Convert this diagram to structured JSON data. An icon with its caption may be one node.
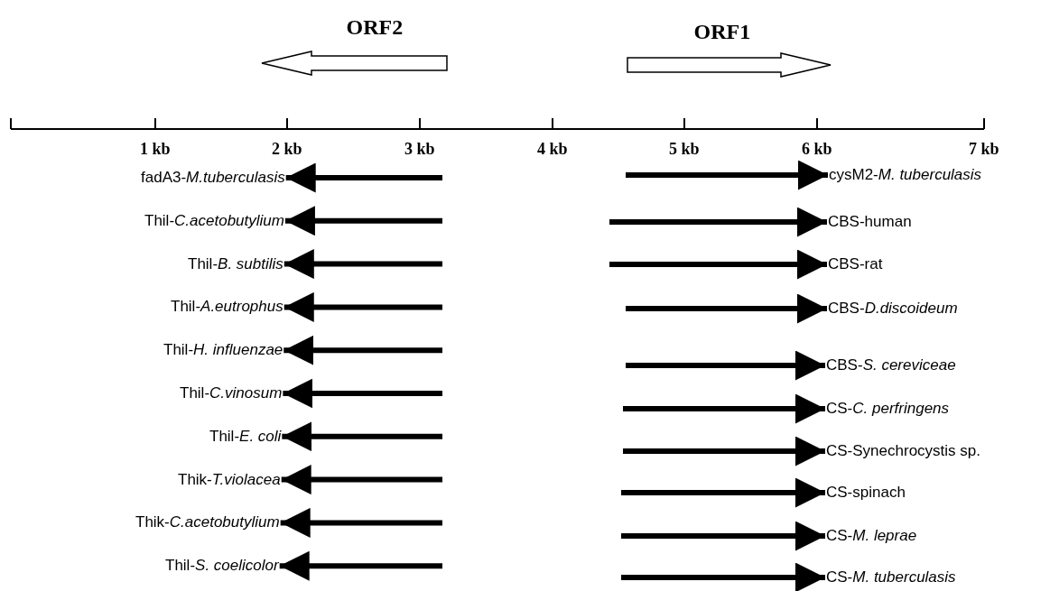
{
  "diagram": {
    "nodes": [
      {
        "text": [
          "fadA3-*M.tuberculasis*"
        ]
      },
      {
        "text": [
          "Thil-*C.acetobutylium*"
        ]
      },
      {
        "text": [
          "Thil-*B. subtilis*"
        ]
      },
      {
        "text": [
          "Thil-*A.eutrophus*"
        ]
      },
      {
        "text": [
          "Thil-*H. influenzae*"
        ]
      },
      {
        "text": [
          "Thil-*C.vinosum*"
        ]
      },
      {
        "text": [
          "Thil-*E. coli*"
        ]
      },
      {
        "text": [
          "Thik-*T.violacea*"
        ]
      },
      {
        "text": [
          "Thik-*C.acetobutylium*"
        ]
      },
      {
        "text": [
          "Thil-*S. coelicolor*"
        ]
      },
      {
        "text": [
          "cysM2-*M. tuberculasis*"
        ]
      },
      {
        "text": [
          "CBS-human"
        ]
      },
      {
        "text": [
          "CBS-rat"
        ]
      },
      {
        "text": [
          "CBS-*D.discoideum*"
        ]
      },
      {
        "text": [
          "CBS-*S. cereviceae*"
        ]
      },
      {
        "text": [
          "CS-*C. perfringens*"
        ]
      },
      {
        "text": [
          "CS-Synechrocystis sp."
        ]
      },
      {
        "text": [
          "CS-spinach"
        ]
      },
      {
        "text": [
          "CS-*M. leprae*"
        ]
      },
      {
        "text": [
          "CS-*M. tuberculasis*"
        ]
      }
    ],
    "edges": [
      {
        "from": null,
        "to": 0,
        "arrow": "to"
      },
      {
        "from": null,
        "to": 1,
        "arrow": "to"
      },
      {
        "from": null,
        "to": 2,
        "arrow": "to"
      },
      {
        "from": null,
        "to": 3,
        "arrow": "to"
      },
      {
        "from": null,
        "to": 4,
        "arrow": "to"
      },
      {
        "from": null,
        "to": 5,
        "arrow": "to"
      },
      {
        "from": null,
        "to": 6,
        "arrow": "to"
      },
      {
        "from": null,
        "to": 7,
        "arrow": "to"
      },
      {
        "from": null,
        "to": 8,
        "arrow": "to"
      },
      {
        "from": null,
        "to": 9,
        "arrow": "to"
      },
      {
        "from": null,
        "to": 10,
        "arrow": "to"
      },
      {
        "from": null,
        "to": 11,
        "arrow": "to"
      },
      {
        "from": null,
        "to": 12,
        "arrow": "to"
      },
      {
        "from": null,
        "to": 13,
        "arrow": "to"
      },
      {
        "from": null,
        "to": 14,
        "arrow": "to"
      },
      {
        "from": null,
        "to": 15,
        "arrow": "to"
      },
      {
        "from": null,
        "to": 16,
        "arrow": "to"
      },
      {
        "from": null,
        "to": 17,
        "arrow": "to"
      },
      {
        "from": null,
        "to": 18,
        "arrow": "to"
      },
      {
        "from": null,
        "to": 19,
        "arrow": "to"
      }
    ],
    "labels": [
      "ORF2",
      "ORF1",
      "1 kb",
      "2 kb",
      "3 kb",
      "4 kb",
      "5 kb",
      "6 kb",
      "7 kb"
    ]
  }
}
